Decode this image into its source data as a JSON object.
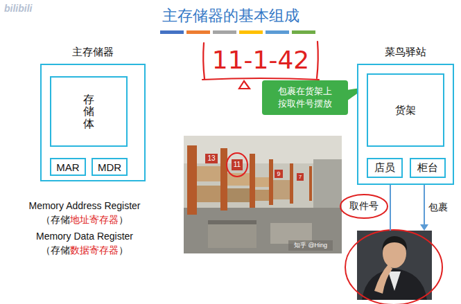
{
  "diagram": {
    "title": "主存储器的基本组成",
    "nodes": [
      {
        "text": [
          "主存储器"
        ]
      },
      {
        "text": [
          "存储体"
        ],
        "in": 0
      },
      {
        "text": [
          "MAR"
        ],
        "in": 0
      },
      {
        "text": [
          "MDR"
        ],
        "in": 0
      },
      {
        "text": [
          "包裹在货架上 按取件号摆放"
        ]
      },
      {
        "text": [
          "菜鸟驿站"
        ]
      },
      {
        "text": [
          "货架"
        ],
        "in": 5
      },
      {
        "text": [
          "店员"
        ],
        "in": 5
      },
      {
        "text": [
          "柜台"
        ],
        "in": 5
      }
    ],
    "edges": [
      {
        "from": 7,
        "to": 6,
        "arrow": "to"
      },
      {
        "from": 6,
        "to": 8,
        "arrow": "to"
      }
    ],
    "labels": [
      "bilibili",
      "11-1-42",
      "13",
      "11",
      "9",
      "7",
      "知乎 @Hing",
      "Memory Address Register",
      "（存储",
      "地址寄存器",
      "）",
      "Memory Data Register",
      "（存储",
      "数据寄存器",
      "）",
      "取件号",
      "包裹"
    ]
  }
}
